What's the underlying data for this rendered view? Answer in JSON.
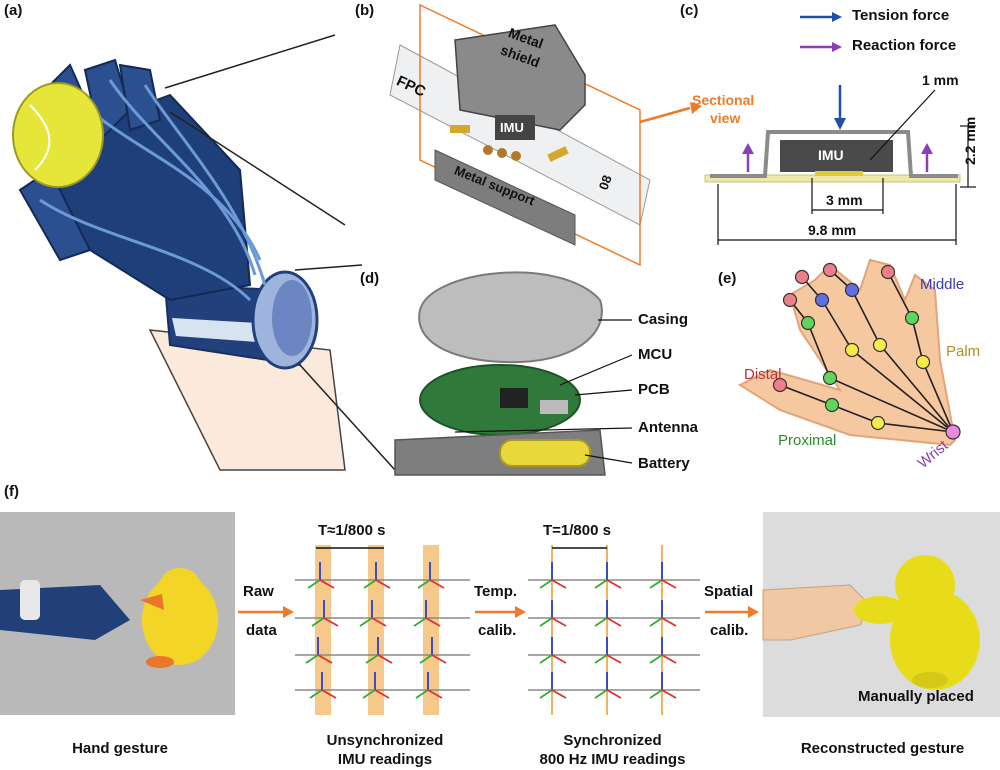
{
  "panels": {
    "a": "(a)",
    "b": "(b)",
    "c": "(c)",
    "d": "(d)",
    "e": "(e)",
    "f": "(f)"
  },
  "b": {
    "metal_shield_1": "Metal",
    "metal_shield_2": "shield",
    "fpc": "FPC",
    "imu": "IMU",
    "metal_support": "Metal support",
    "num": "08",
    "arrow_label_1": "Sectional",
    "arrow_label_2": "view"
  },
  "c": {
    "legend_tension": "Tension force",
    "legend_reaction": "Reaction force",
    "imu": "IMU",
    "dim_1mm": "1 mm",
    "dim_22mm": "2.2 mm",
    "dim_3mm": "3 mm",
    "dim_98mm": "9.8 mm"
  },
  "d": {
    "casing": "Casing",
    "mcu": "MCU",
    "pcb": "PCB",
    "antenna": "Antenna",
    "battery": "Battery"
  },
  "e": {
    "middle": "Middle",
    "palm": "Palm",
    "distal": "Distal",
    "proximal": "Proximal",
    "wrist": "Wrist"
  },
  "f": {
    "raw_1": "Raw",
    "raw_2": "data",
    "temp_1": "Temp.",
    "temp_2": "calib.",
    "spatial_1": "Spatial",
    "spatial_2": "calib.",
    "t_unsync": "T≈1/800 s",
    "t_sync": "T=1/800 s",
    "manually_placed": "Manually placed",
    "cap_hand": "Hand gesture",
    "cap_unsync_1": "Unsynchronized",
    "cap_unsync_2": "IMU readings",
    "cap_sync_1": "Synchronized",
    "cap_sync_2": "800 Hz IMU readings",
    "cap_recon": "Reconstructed gesture"
  },
  "colors": {
    "glove": "#1f3f7a",
    "glove_light": "#5b8fd1",
    "orange": "#f07a2a",
    "tension": "#1f4fa8",
    "reaction": "#8a3fb8",
    "yellow": "#e8e230",
    "skin": "#f6c8a0"
  }
}
